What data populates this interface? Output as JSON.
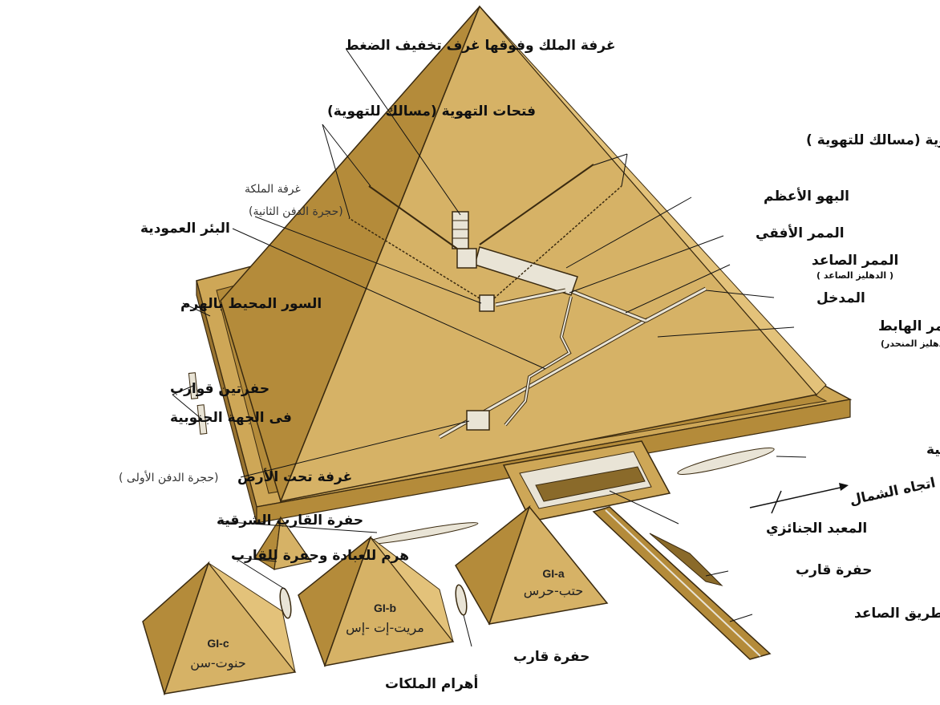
{
  "colors": {
    "stone_light": "#e3c27a",
    "stone_mid": "#cea757",
    "stone_dark": "#b48b3a",
    "stone_shadow": "#9a7430",
    "edge": "#3a2a10",
    "passage": "#e9e4d6",
    "text": "#111111"
  },
  "labels": {
    "kings_chamber": "غرفة الملك وفوقها غرف تخفيف الضغط",
    "air_shafts_left": "فتحات التهوية (مسالك للتهوية)",
    "air_shafts_right": "فتحات التهوية (مسالك للتهوية )",
    "queens_chamber": "غرفة الملكة",
    "queens_chamber_sub": "(حجرة الدفن الثانية)",
    "grand_gallery": "البهو الأعظم",
    "horizontal_passage": "الممر الأفقي",
    "vertical_shaft": "البئر العمودية",
    "ascending_passage": "الممر الصاعد",
    "ascending_passage_sub": "( الدهليز الصاعد )",
    "entrance": "المدخل",
    "enclosure_wall": "السور المحيط بالهرم",
    "descending_passage": "الممر الهابط",
    "descending_passage_sub": "(الدهليز المنحدر)",
    "south_boat_pits_1": "حفرتين قوارب",
    "south_boat_pits_2": "فى الجهة الجنوبية",
    "east_boat_pit_right": "حفرة القارب الشرقية",
    "subterranean_chamber": "غرفة تحت الأرض",
    "subterranean_chamber_sub": "(حجرة الدفن الأولى )",
    "north_direction": "اتجاه الشمال",
    "east_boat_pit_left": "حفرة القارب الشرقية",
    "mortuary_temple": "المعبد الجنائزي",
    "cult_pyramid": "هرم للعبادة وحفرة للقارب",
    "boat_pit_right": "حفرة قارب",
    "causeway": "الطريق الصاعد",
    "boat_pit_bottom": "حفرة قارب",
    "queens_pyramids": "أهرام الملكات"
  },
  "queens_pyramids": [
    {
      "code": "GI-a",
      "name": "حتب-حرس"
    },
    {
      "code": "GI-b",
      "name": "مريت-إت -إس"
    },
    {
      "code": "GI-c",
      "name": "حنوت-سن"
    }
  ]
}
